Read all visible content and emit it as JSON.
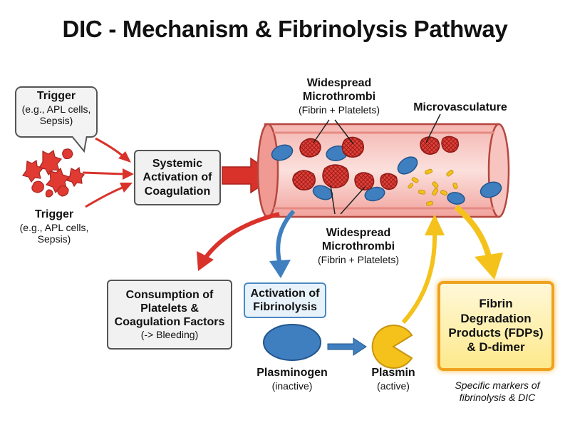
{
  "title": "DIC - Mechanism & Fibrinolysis Pathway",
  "trigger_top": {
    "title": "Trigger",
    "line1": "(e.g., APL cells,",
    "line2": "Sepsis)"
  },
  "trigger_bottom": {
    "title": "Trigger",
    "line1": "(e.g., APL cells,",
    "line2": "Sepsis)"
  },
  "systemic": {
    "line1": "Systemic",
    "line2": "Activation of",
    "line3": "Coagulation"
  },
  "microthrombi_top": {
    "line1": "Widespread",
    "line2": "Microthrombi",
    "line3": "(Fibrin + Platelets)"
  },
  "microvasculature": "Microvasculature",
  "microthrombi_bottom": {
    "line1": "Widespread",
    "line2": "Microthrombi",
    "line3": "(Fibrin + Platelets)"
  },
  "consumption": {
    "line1": "Consumption of",
    "line2": "Platelets &",
    "line3": "Coagulation Factors",
    "line4": "(-> Bleeding)"
  },
  "fibrinolysis": {
    "line1": "Activation of",
    "line2": "Fibrinolysis"
  },
  "plasminogen": {
    "name": "Plasminogen",
    "state": "(inactive)"
  },
  "plasmin": {
    "name": "Plasmin",
    "state": "(active)"
  },
  "fdp": {
    "line1": "Fibrin",
    "line2": "Degradation",
    "line3": "Products (FDPs)",
    "line4": "& D-dimer"
  },
  "markers": {
    "line1": "Specific markers of",
    "line2": "fibrinolysis & DIC"
  },
  "colors": {
    "red_arrow": "#d9322b",
    "blue": "#3f7fc0",
    "yellow": "#f4c21a",
    "vessel": "#f3a9a4",
    "fdp_border": "#f0a21e"
  }
}
